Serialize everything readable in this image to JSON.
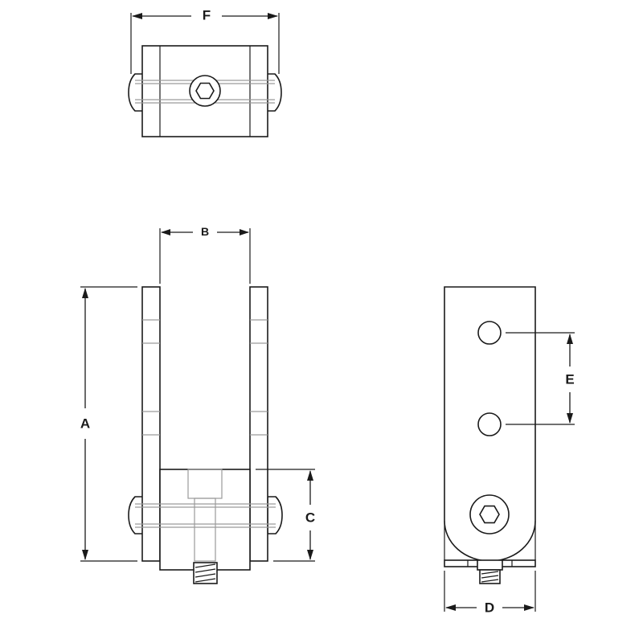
{
  "drawing": {
    "type": "technical-line-drawing",
    "views": [
      "top-view",
      "front-view",
      "side-view"
    ],
    "line_color": "#1a1a1a",
    "hidden_line_color": "#9a9a9a",
    "background": "#ffffff"
  },
  "dimension_labels": {
    "a": "A",
    "b": "B",
    "c": "C",
    "d": "D",
    "e": "E",
    "f": "F"
  }
}
